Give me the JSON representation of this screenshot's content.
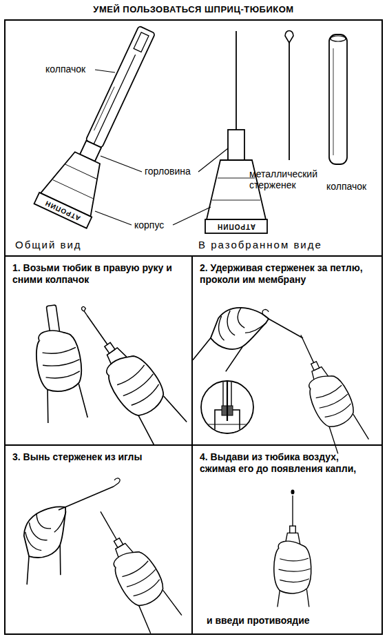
{
  "diagram": {
    "title": "УМЕЙ ПОЛЬЗОВАТЬСЯ ШПРИЦ-ТЮБИКОМ",
    "nodes": [
      {
        "text": [
          "Общий вид",
          "В разобранном виде"
        ]
      },
      {
        "text": [
          "1. Возьми тюбик в правую руку и сними колпачок"
        ]
      },
      {
        "text": [
          "2. Удерживая стерженек за петлю, проколи им мембрану"
        ]
      },
      {
        "text": [
          "3. Вынь стерженек из иглы"
        ]
      },
      {
        "text": [
          "4. Выдави из тюбика воздух, сжимая его до появления капли,",
          "и введи противоядие"
        ]
      }
    ],
    "labels": [
      "колпачок",
      "горловина",
      "корпус",
      "металлический стерженек",
      "колпачок",
      "АТРОПИН",
      "АТРОПИН"
    ]
  }
}
